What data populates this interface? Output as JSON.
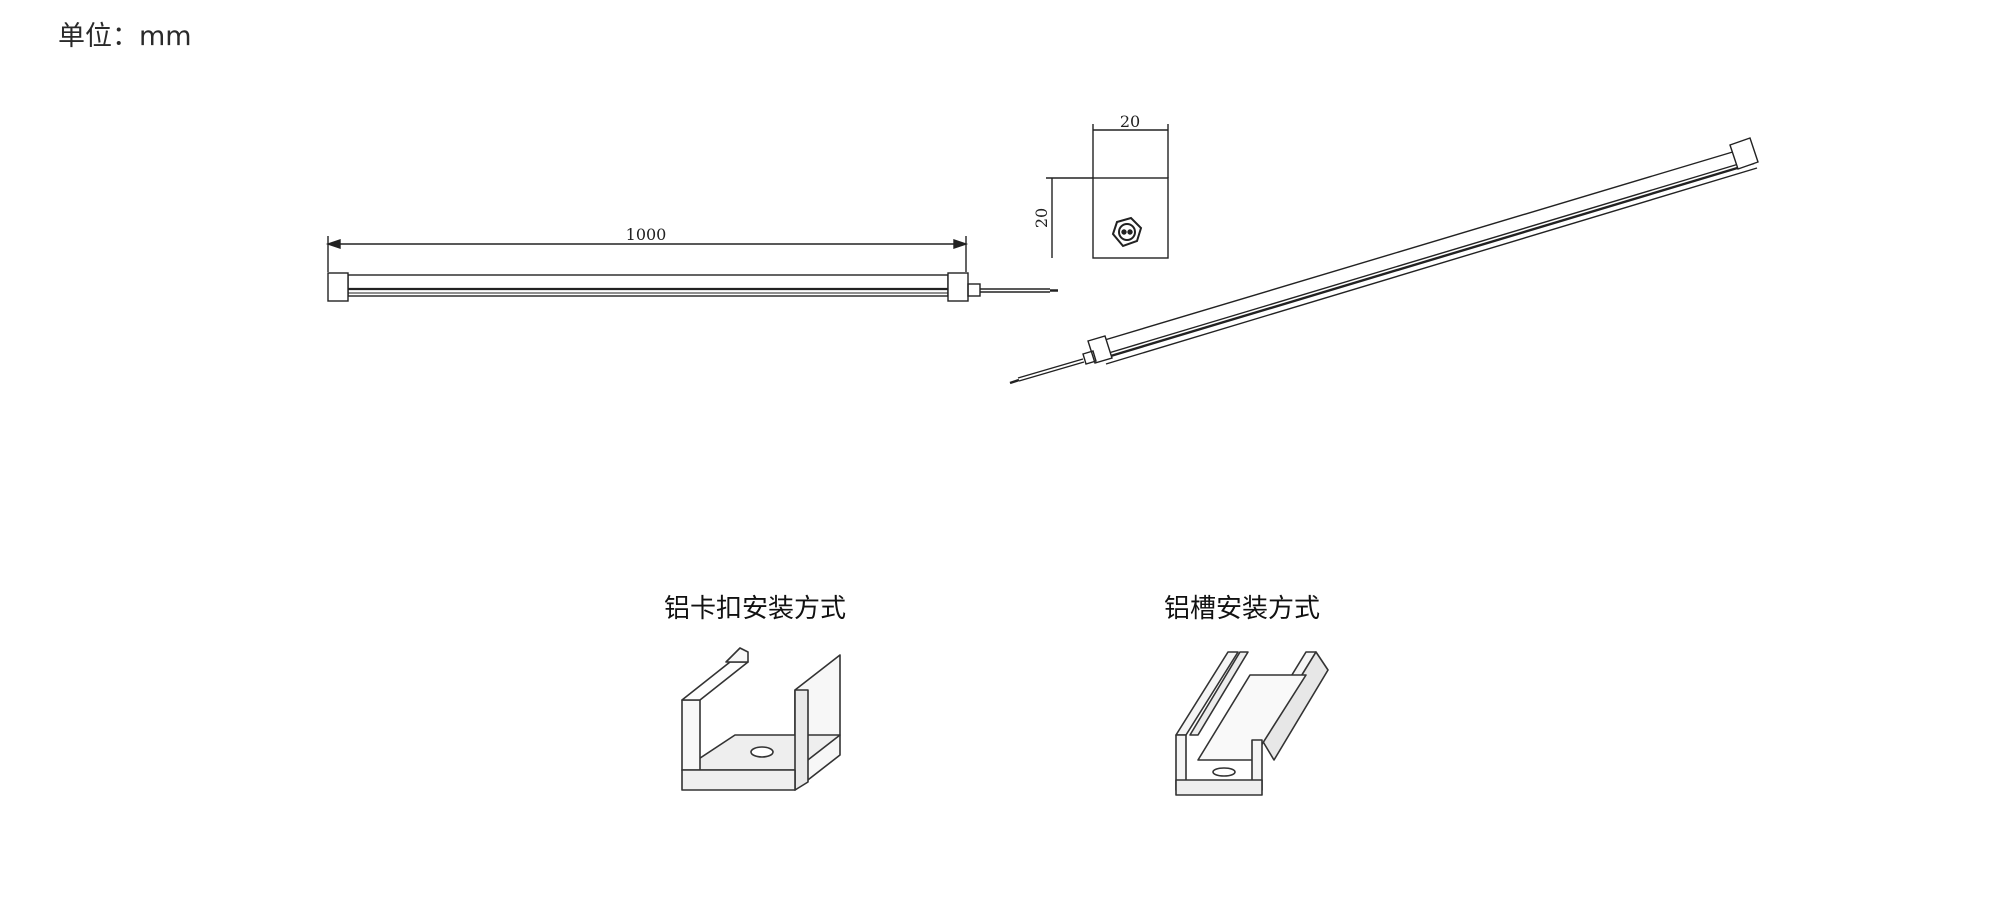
{
  "unit_label": "单位：mm",
  "drawing": {
    "length_label": "1000",
    "width_label": "20",
    "height_label": "20"
  },
  "installation": {
    "clip_caption": "铝卡扣安装方式",
    "channel_caption": "铝槽安装方式"
  }
}
